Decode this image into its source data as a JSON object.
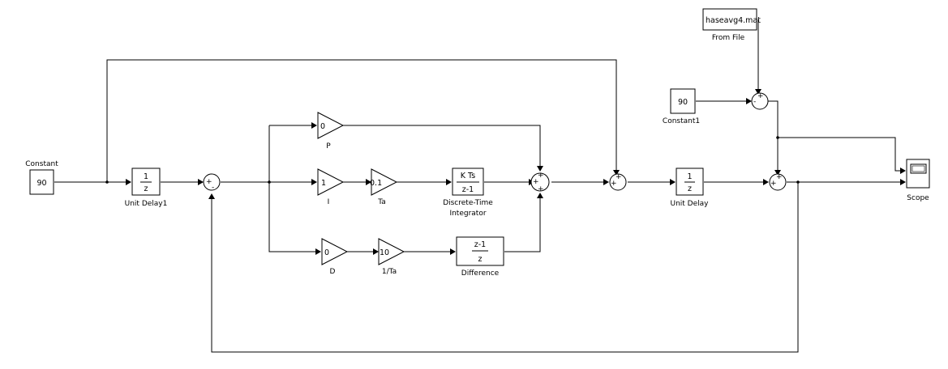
{
  "blocks": {
    "constant": {
      "value": "90",
      "label": "Constant"
    },
    "constant1": {
      "value": "90",
      "label": "Constant1"
    },
    "from_file": {
      "value": "haseavg4.mat",
      "label": "From File"
    },
    "unit_delay1": {
      "num": "1",
      "den": "z",
      "label": "Unit Delay1"
    },
    "unit_delay": {
      "num": "1",
      "den": "z",
      "label": "Unit Delay"
    },
    "gain_p": {
      "value": "0",
      "label": "P"
    },
    "gain_i": {
      "value": "1",
      "label": "I"
    },
    "gain_d": {
      "value": "0",
      "label": "D"
    },
    "gain_ta": {
      "value": "0.1",
      "label": "Ta"
    },
    "gain_inv_ta": {
      "value": "10",
      "label": "1/Ta"
    },
    "integrator": {
      "num": "K Ts",
      "den": "z-1",
      "label1": "Discrete-Time",
      "label2": "Integrator"
    },
    "difference": {
      "num": "z-1",
      "den": "z",
      "label": "Difference"
    },
    "scope": {
      "label": "Scope"
    }
  },
  "signs": {
    "plus": "+",
    "minus": "-"
  }
}
